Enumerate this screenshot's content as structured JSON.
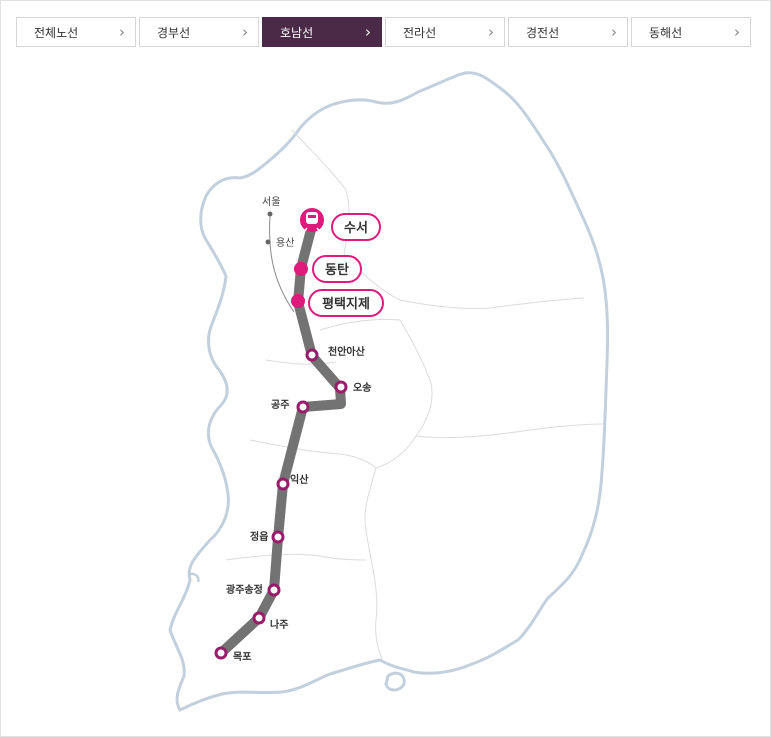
{
  "tabs": [
    {
      "label": "전체노선",
      "active": false
    },
    {
      "label": "경부선",
      "active": false
    },
    {
      "label": "호남선",
      "active": true
    },
    {
      "label": "전라선",
      "active": false
    },
    {
      "label": "경전선",
      "active": false
    },
    {
      "label": "동해선",
      "active": false
    }
  ],
  "map": {
    "other_line": {
      "seoul": "서울",
      "yongsan": "용산"
    },
    "highlighted_stations": [
      "수서",
      "동탄",
      "평택지제"
    ],
    "stations": [
      "천안아산",
      "오송",
      "공주",
      "익산",
      "정읍",
      "광주송정",
      "나주",
      "목포"
    ]
  },
  "colors": {
    "route": "#737373",
    "accent": "#e0197d",
    "station_ring": "#9a1a6b",
    "tab_active_bg": "#4a2a47",
    "border": "#c2d0de"
  }
}
